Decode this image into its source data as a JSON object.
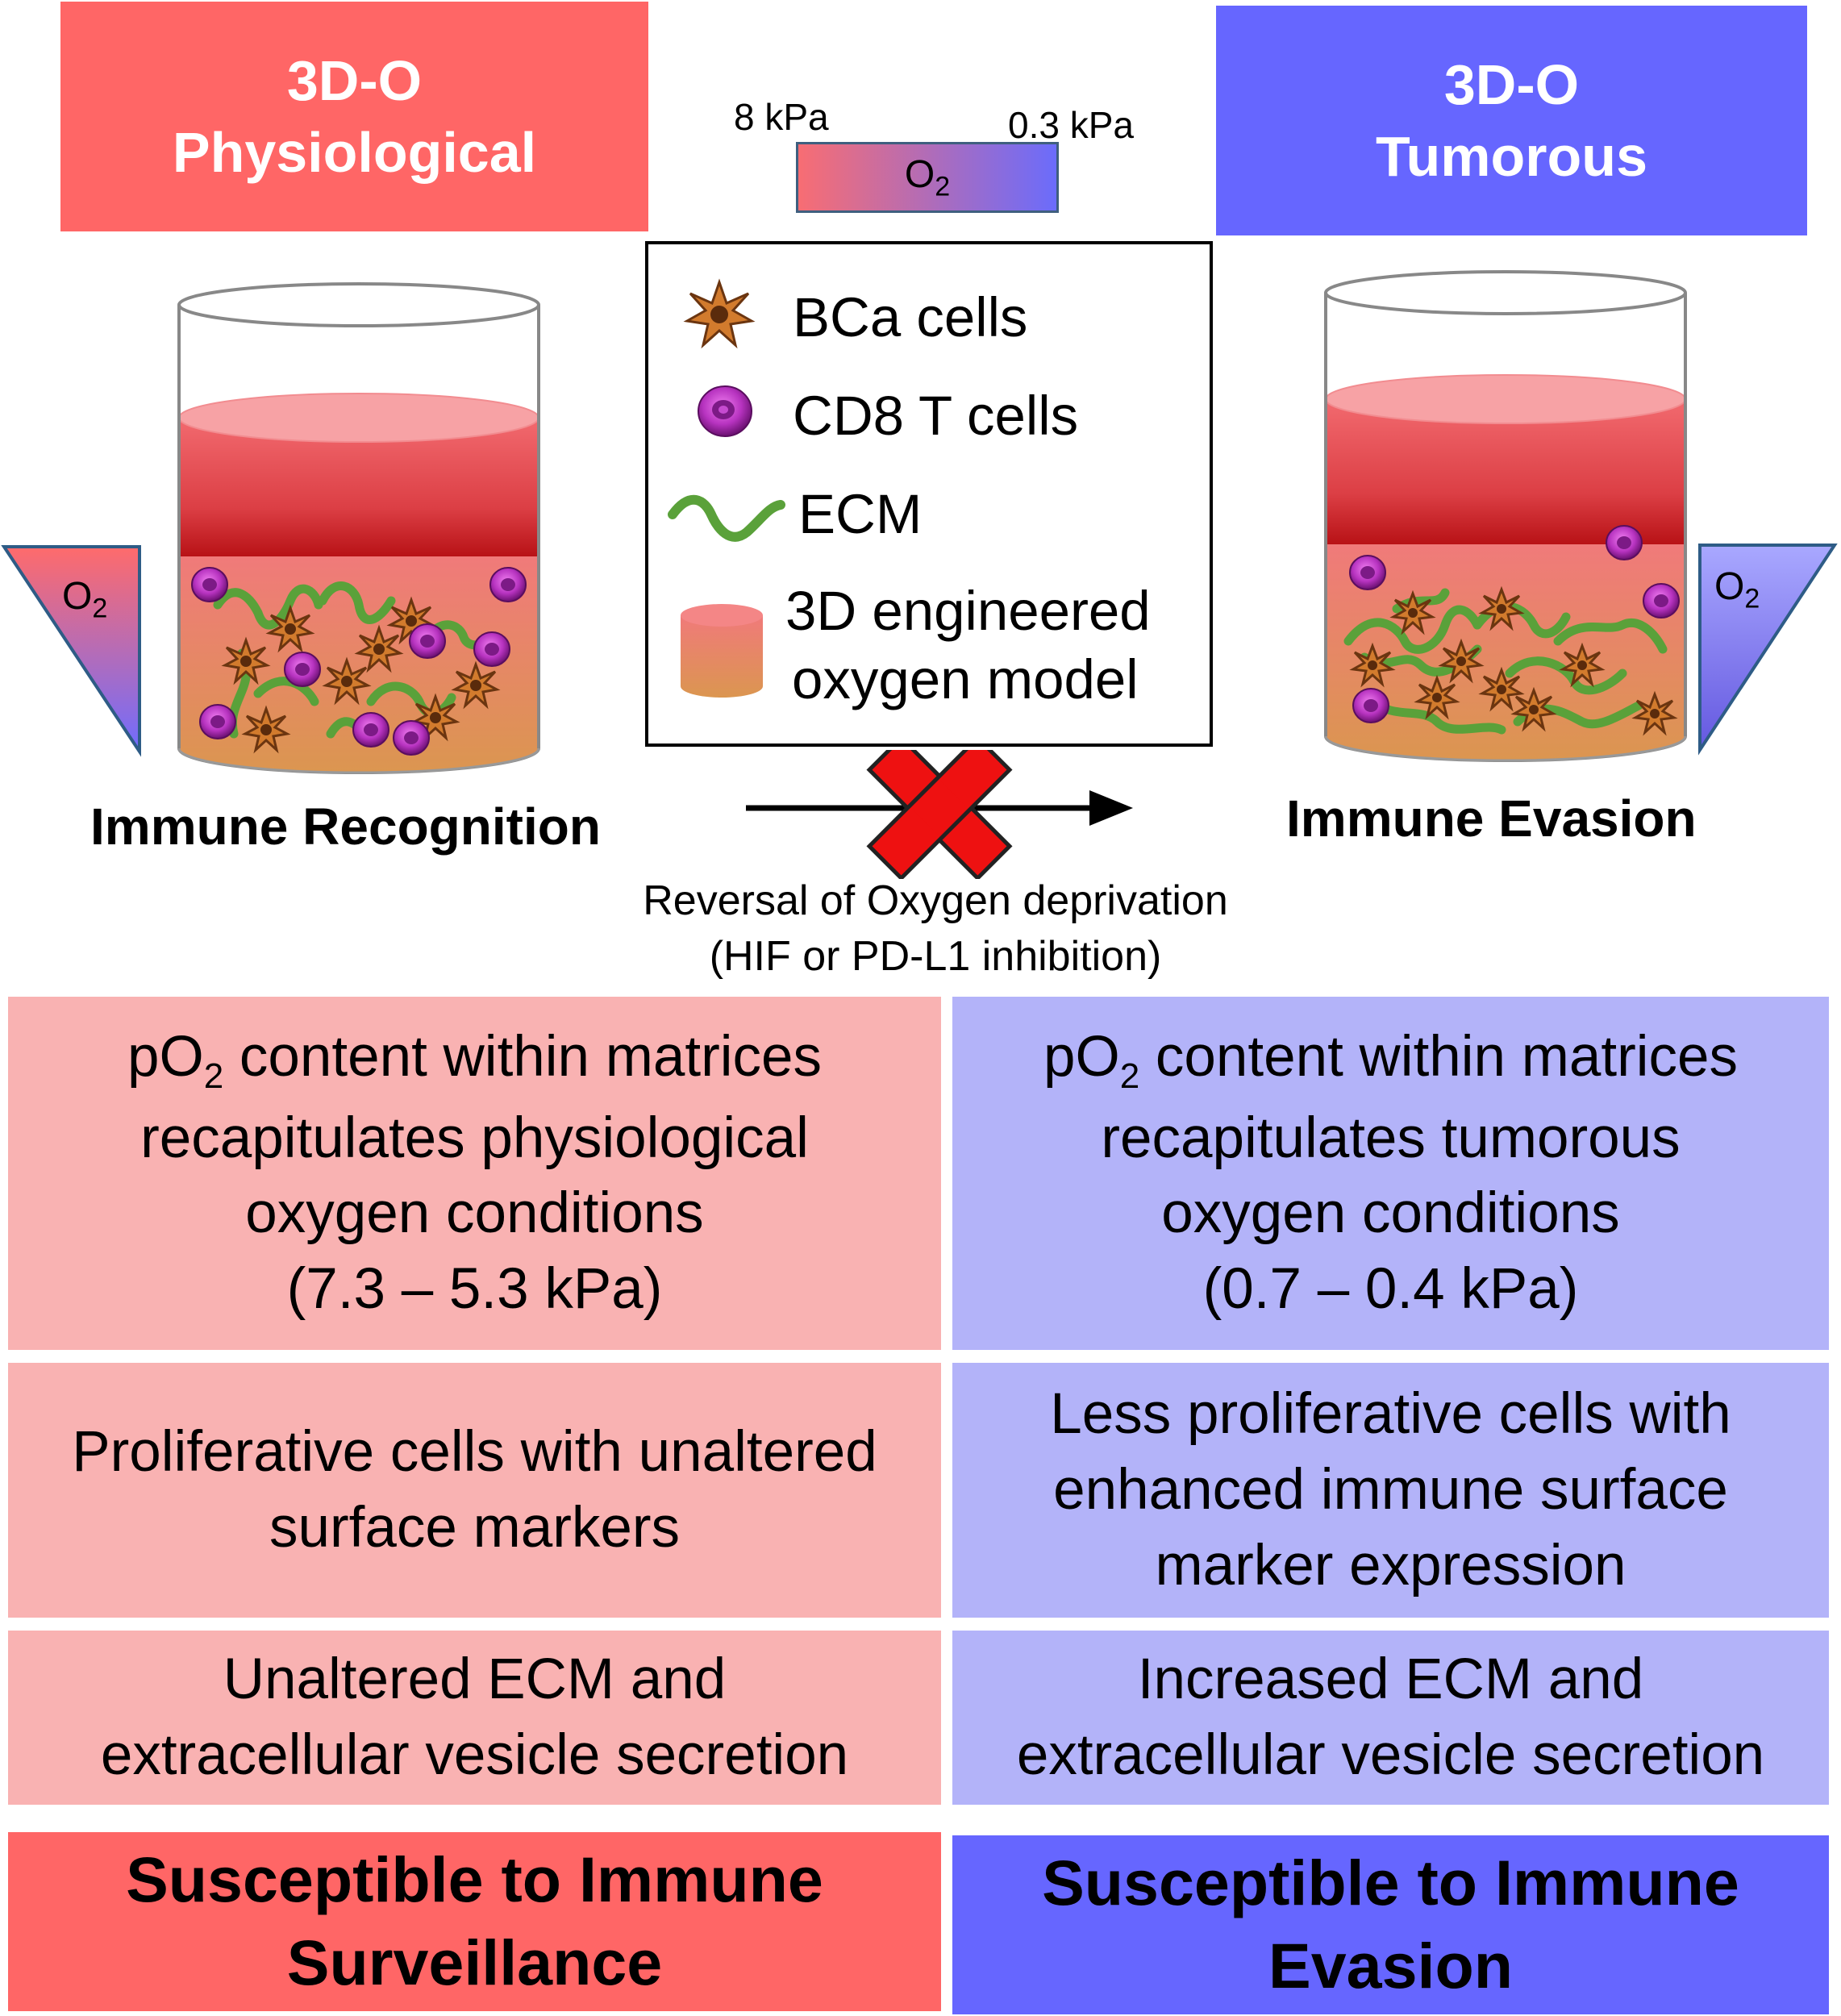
{
  "colors": {
    "physiological_header": "#ff6666",
    "physiological_light": "#f9b2b2",
    "tumorous_header": "#6666ff",
    "tumorous_light": "#b3b3f9",
    "ecm_green": "#5aa13a",
    "cancel_x": "#ee1111"
  },
  "physiological": {
    "header_line1": "3D-O",
    "header_line2": "Physiological",
    "label": "Immune Recognition",
    "o2_label": "O",
    "o2_sub": "2",
    "box1": {
      "prefix": "p",
      "o_char": "O",
      "sub": "2",
      "line1_rest": " content within matrices",
      "line2": "recapitulates physiological",
      "line3": "oxygen conditions",
      "line4": "(7.3 – 5.3 kPa)"
    },
    "box2_line1": "Proliferative cells with unaltered",
    "box2_line2": "surface markers",
    "box3_line1": "Unaltered ECM and",
    "box3_line2": "extracellular vesicle secretion",
    "footer_line1": "Susceptible to Immune",
    "footer_line2": "Surveillance"
  },
  "tumorous": {
    "header_line1": "3D-O",
    "header_line2": "Tumorous",
    "label": "Immune Evasion",
    "o2_label": "O",
    "o2_sub": "2",
    "box1": {
      "prefix": "p",
      "o_char": "O",
      "sub": "2",
      "line1_rest": " content within matrices",
      "line2": "recapitulates tumorous",
      "line3": "oxygen conditions",
      "line4": "(0.7 – 0.4 kPa)"
    },
    "box2_line1": "Less proliferative cells with",
    "box2_line2": "enhanced immune surface",
    "box2_line3": "marker expression",
    "box3_line1": "Increased ECM and",
    "box3_line2": "extracellular vesicle secretion",
    "footer_line1": "Susceptible to Immune",
    "footer_line2": "Evasion"
  },
  "scale": {
    "left_label": "8 kPa",
    "right_label": "0.3 kPa",
    "center_o": "O",
    "center_sub": "2"
  },
  "legend": {
    "bca": "BCa cells",
    "cd8": "CD8 T cells",
    "ecm": "ECM",
    "model_line1": "3D engineered",
    "model_line2": "oxygen model"
  },
  "arrow": {
    "line1": "Reversal of Oxygen deprivation",
    "line2": "(HIF or PD-L1 inhibition)"
  }
}
